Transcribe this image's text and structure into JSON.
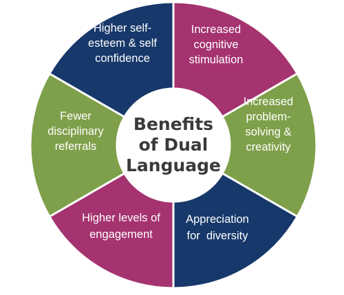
{
  "title": [
    "Benefits",
    "of Dual",
    "Language"
  ],
  "colors": {
    "navy": "#17386a",
    "magenta": "#a4336f",
    "green": "#7ea04a",
    "border": "#ffffff",
    "center_fill": "#ffffff",
    "center_text": "#3a3a3a"
  },
  "segments": [
    {
      "lines": [
        "Increased",
        "cognitive",
        "stimulation"
      ],
      "color": "magenta"
    },
    {
      "lines": [
        "Increased",
        "problem-",
        "solving &",
        "creativity"
      ],
      "color": "green"
    },
    {
      "lines": [
        "Appreciation",
        "for  diversity"
      ],
      "color": "navy"
    },
    {
      "lines": [
        "Higher levels of",
        "engagement"
      ],
      "color": "magenta"
    },
    {
      "lines": [
        "Fewer",
        "disciplinary",
        "referrals"
      ],
      "color": "green"
    },
    {
      "lines": [
        "Higher self-",
        "esteem & self",
        "confidence"
      ],
      "color": "navy"
    }
  ]
}
